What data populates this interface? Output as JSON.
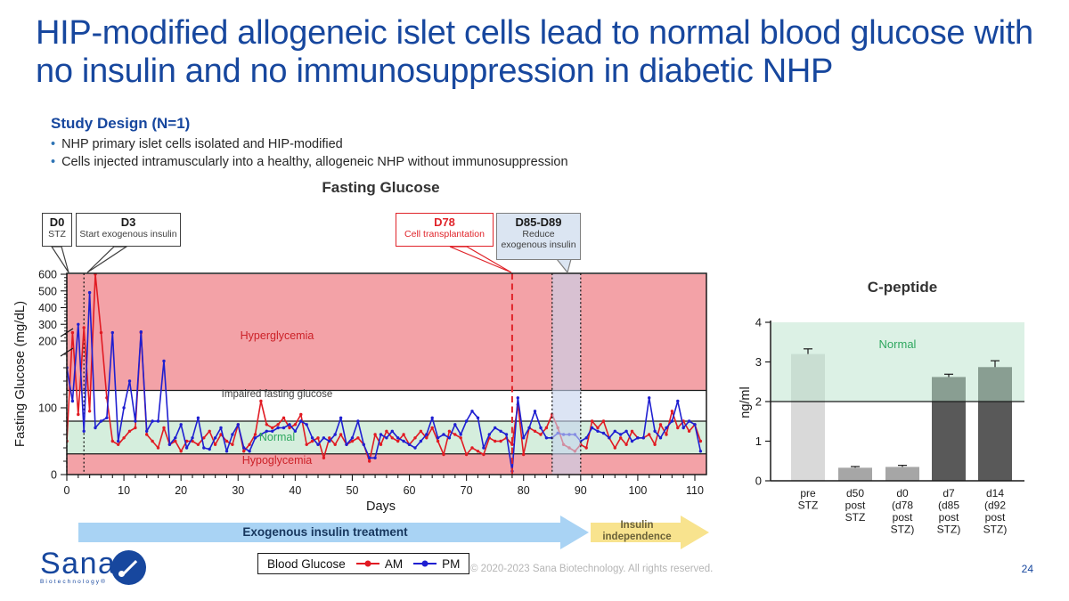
{
  "slide": {
    "title": "HIP-modified allogeneic islet cells lead to normal blood glucose with no insulin and no immunosuppression in diabetic NHP",
    "page_number": "24",
    "copyright": "© 2020-2023 Sana Biotechnology. All rights reserved.",
    "logo": {
      "name": "Sana",
      "sub": "Biotechnology®"
    }
  },
  "study_design": {
    "heading": "Study Design (N=1)",
    "bullets": [
      "NHP primary islet cells isolated and HIP-modified",
      "Cells injected intramuscularly into a healthy, allogeneic NHP without immunosuppression"
    ]
  },
  "annotations": {
    "callouts": [
      {
        "title": "D0",
        "body": "STZ",
        "day": 0,
        "border": "#3f3f3f",
        "bg": "#ffffff",
        "title_color": "#1a1a1a",
        "body_color": "#3f3f3f"
      },
      {
        "title": "D3",
        "body": "Start exogenous insulin",
        "day": 3,
        "border": "#3f3f3f",
        "bg": "#ffffff",
        "title_color": "#1a1a1a",
        "body_color": "#3f3f3f"
      },
      {
        "title": "D78",
        "body": "Cell transplantation",
        "day": 78,
        "border": "#e0242a",
        "bg": "#ffffff",
        "title_color": "#e0242a",
        "body_color": "#e0242a"
      },
      {
        "title": "D85-D89",
        "body": "Reduce exogenous insulin",
        "day": 87,
        "border": "#7f7f7f",
        "bg": "#dbe5f2",
        "title_color": "#1a1a1a",
        "body_color": "#3f3f3f"
      }
    ]
  },
  "arrows": [
    {
      "label": "Exogenous insulin treatment",
      "fill": "#a9d3f4",
      "text_color": "#17375e",
      "from_day": 2,
      "to_day": 91
    },
    {
      "label": "Insulin independence",
      "fill": "#f8e38e",
      "text_color": "#6b6239",
      "from_day": 91.5,
      "to_day": 112
    }
  ],
  "legend": {
    "title": "Blood Glucose",
    "items": [
      {
        "label": "AM",
        "color": "#e11b23"
      },
      {
        "label": "PM",
        "color": "#1f1fd1"
      }
    ]
  },
  "chart_data": [
    {
      "type": "line",
      "title": "Fasting Glucose",
      "xlabel": "Days",
      "ylabel": "Fasting Glucose (mg/dL)",
      "xlim": [
        0,
        112
      ],
      "x_ticks": [
        0,
        10,
        20,
        30,
        40,
        50,
        60,
        70,
        80,
        90,
        100,
        110
      ],
      "y_ticks": [
        0,
        100,
        200,
        300,
        400,
        500,
        600
      ],
      "y_axis_break": {
        "linear_max": 200,
        "compressed_max": 600
      },
      "grid": false,
      "zones": [
        {
          "label": "Hyperglycemia",
          "from": 126,
          "to": 600,
          "color": "#f3a2a7",
          "label_color": "#cc2128"
        },
        {
          "label": "Impaired fasting glucose",
          "from": 80,
          "to": 126,
          "color": "#ffffff",
          "label_color": "#3f3f3f"
        },
        {
          "label": "Normal",
          "from": 31,
          "to": 80,
          "color": "#d5eedd",
          "label_color": "#2fa75f"
        },
        {
          "label": "Hypoglycemia",
          "from": 0,
          "to": 31,
          "color": "#f3a2a7",
          "label_color": "#cc2128"
        }
      ],
      "event_lines": [
        {
          "day": 0,
          "style": "dotted",
          "color": "#1a1a1a"
        },
        {
          "day": 3,
          "style": "dotted",
          "color": "#1a1a1a"
        },
        {
          "day": 78,
          "style": "dashed",
          "color": "#e0242a"
        },
        {
          "day": 85,
          "style": "dotted",
          "color": "#1a1a1a"
        },
        {
          "day": 90,
          "style": "dotted",
          "color": "#1a1a1a"
        }
      ],
      "shaded_region": {
        "from_day": 85,
        "to_day": 90,
        "color": "rgba(198,211,237,0.62)"
      },
      "series": [
        {
          "name": "AM",
          "color": "#e11b23",
          "values": [
            50,
            250,
            90,
            280,
            95,
            600,
            250,
            115,
            50,
            45,
            55,
            65,
            70,
            250,
            60,
            50,
            40,
            70,
            45,
            50,
            35,
            50,
            50,
            45,
            55,
            65,
            45,
            60,
            50,
            45,
            75,
            35,
            45,
            60,
            110,
            75,
            70,
            75,
            85,
            70,
            75,
            90,
            45,
            50,
            55,
            25,
            55,
            45,
            60,
            45,
            50,
            55,
            45,
            20,
            60,
            45,
            65,
            55,
            50,
            60,
            45,
            55,
            65,
            55,
            70,
            50,
            30,
            65,
            60,
            55,
            30,
            40,
            35,
            30,
            55,
            50,
            50,
            55,
            45,
            105,
            30,
            70,
            65,
            60,
            70,
            90,
            70,
            45,
            40,
            35,
            45,
            40,
            80,
            70,
            80,
            55,
            40,
            55,
            45,
            65,
            55,
            55,
            60,
            45,
            75,
            60,
            95,
            70,
            80,
            65,
            75,
            50
          ]
        },
        {
          "name": "PM",
          "color": "#1f1fd1",
          "values": [
            160,
            110,
            300,
            65,
            490,
            70,
            80,
            85,
            250,
            50,
            100,
            140,
            80,
            255,
            65,
            80,
            80,
            170,
            45,
            55,
            75,
            40,
            55,
            85,
            40,
            38,
            55,
            70,
            35,
            60,
            75,
            40,
            35,
            55,
            60,
            65,
            65,
            70,
            70,
            75,
            65,
            80,
            75,
            55,
            45,
            55,
            50,
            60,
            85,
            45,
            55,
            80,
            45,
            25,
            25,
            60,
            55,
            65,
            55,
            50,
            45,
            40,
            50,
            60,
            85,
            55,
            60,
            55,
            75,
            60,
            80,
            95,
            85,
            40,
            60,
            70,
            65,
            60,
            5,
            115,
            55,
            70,
            95,
            70,
            55,
            55,
            62,
            60,
            60,
            60,
            50,
            55,
            70,
            65,
            62,
            55,
            65,
            60,
            65,
            50,
            55,
            55,
            115,
            65,
            55,
            70,
            80,
            110,
            70,
            80,
            75,
            35
          ]
        }
      ]
    },
    {
      "type": "bar",
      "title": "C-peptide",
      "ylabel": "ng/ml",
      "ylim": [
        0,
        4
      ],
      "y_ticks": [
        0,
        1,
        2,
        3,
        4
      ],
      "categories": [
        "pre STZ",
        "d50 post STZ",
        "d0 (d78 post STZ)",
        "d7 (d85 post STZ)",
        "d14 (d92 post STZ)"
      ],
      "tick_lines": [
        [
          "pre",
          "STZ"
        ],
        [
          "d50",
          "post",
          "STZ"
        ],
        [
          "d0",
          "(d78",
          "post",
          "STZ)"
        ],
        [
          "d7",
          "(d85",
          "post",
          "STZ)"
        ],
        [
          "d14",
          "(d92",
          "post",
          "STZ)"
        ]
      ],
      "values": [
        3.2,
        0.33,
        0.35,
        2.62,
        2.87
      ],
      "errors": [
        0.13,
        0.03,
        0.04,
        0.07,
        0.16
      ],
      "bar_colors": [
        "#d9d9d9",
        "#a6a6a6",
        "#a6a6a6",
        "#595959",
        "#595959"
      ],
      "normal_zone": {
        "from": 2,
        "to": 4,
        "label": "Normal",
        "color": "rgba(186,228,203,0.5)",
        "label_color": "#2fa75f"
      }
    }
  ]
}
